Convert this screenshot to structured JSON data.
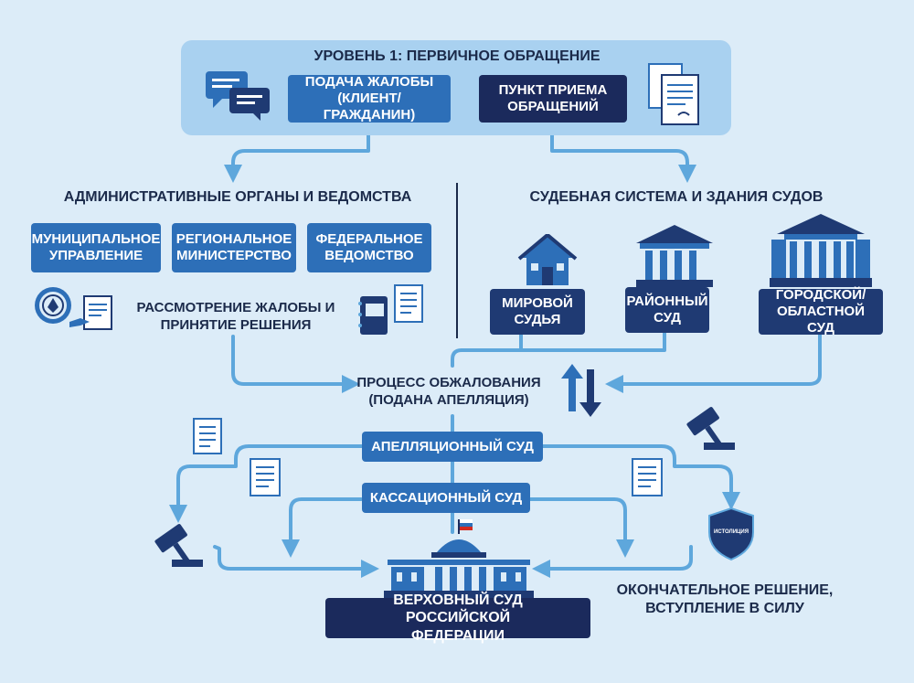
{
  "level1": {
    "title": "УРОВЕНЬ 1: ПЕРВИЧНОЕ ОБРАЩЕНИЕ",
    "submit": "ПОДАЧА ЖАЛОБЫ (КЛИЕНТ/ГРАЖДАНИН)",
    "intake": "ПУНКТ ПРИЕМА ОБРАЩЕНИЙ"
  },
  "admin": {
    "heading": "АДМИНИСТРАТИВНЫЕ ОРГАНЫ И ВЕДОМСТВА",
    "municipal": "МУНИЦИПАЛЬНОЕ УПРАВЛЕНИЕ",
    "regional": "РЕГИОНАЛЬНОЕ МИНИСТЕРСТВО",
    "federal": "ФЕДЕРАЛЬНОЕ ВЕДОМСТВО",
    "review": "РАССМОТРЕНИЕ ЖАЛОБЫ И ПРИНЯТИЕ РЕШЕНИЯ"
  },
  "courts": {
    "heading": "СУДЕБНАЯ СИСТЕМА И ЗДАНИЯ СУДОВ",
    "magistrate": "МИРОВОЙ СУДЬЯ",
    "district": "РАЙОННЫЙ СУД",
    "city": "ГОРОДСКОЙ/ ОБЛАСТНОЙ СУД"
  },
  "appeal": {
    "process": "ПРОЦЕСС ОБЖАЛОВАНИЯ (ПОДАНА АПЕЛЛЯЦИЯ)",
    "appellate": "АПЕЛЛЯЦИОННЫЙ СУД",
    "cassation": "КАССАЦИОННЫЙ СУД"
  },
  "supreme": "ВЕРХОВНЫЙ СУД РОССИЙСКОЙ ФЕДЕРАЦИИ",
  "final": "ОКОНЧАТЕЛЬНОЕ РЕШЕНИЕ, ВСТУПЛЕНИЕ В СИЛУ",
  "shield_label": "ИСТОЛИЦИЯ",
  "colors": {
    "line": "#5ea7dc",
    "medium": "#2d6fb8",
    "dark": "#1f3a73",
    "navy": "#1b2a5c",
    "panel": "#a9d1f0",
    "background": "#dcecf8"
  }
}
